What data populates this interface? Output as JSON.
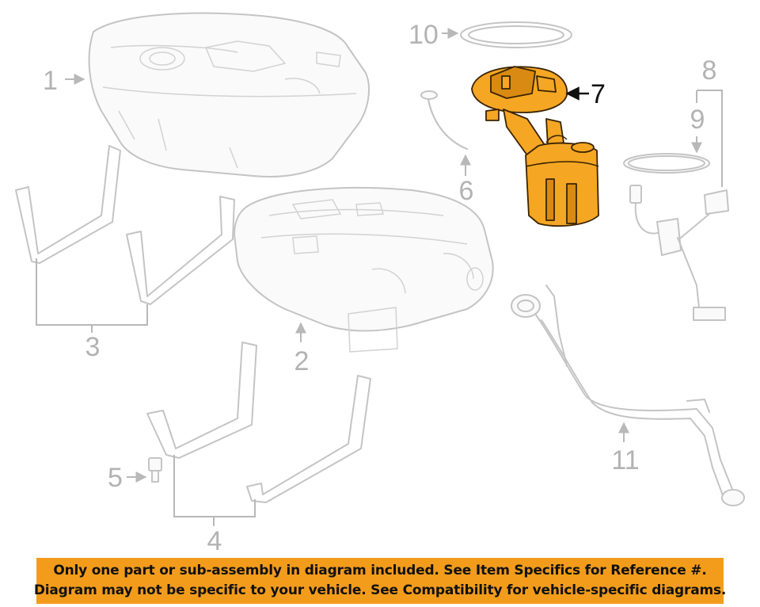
{
  "callouts": [
    {
      "id": "1",
      "label": "1"
    },
    {
      "id": "2",
      "label": "2"
    },
    {
      "id": "3",
      "label": "3"
    },
    {
      "id": "4",
      "label": "4"
    },
    {
      "id": "5",
      "label": "5"
    },
    {
      "id": "6",
      "label": "6"
    },
    {
      "id": "7",
      "label": "7"
    },
    {
      "id": "8",
      "label": "8"
    },
    {
      "id": "9",
      "label": "9"
    },
    {
      "id": "10",
      "label": "10"
    },
    {
      "id": "11",
      "label": "11"
    }
  ],
  "highlighted_part": "7",
  "colors": {
    "highlight": "#f5a623",
    "banner": "#f39c1c",
    "line_art": "#c4c4c4"
  },
  "notice": {
    "line1": "Only one part or sub-assembly in diagram included. See Item Specifics for Reference #.",
    "line2": "Diagram may not be specific to your vehicle. See Compatibility for vehicle-specific diagrams."
  }
}
